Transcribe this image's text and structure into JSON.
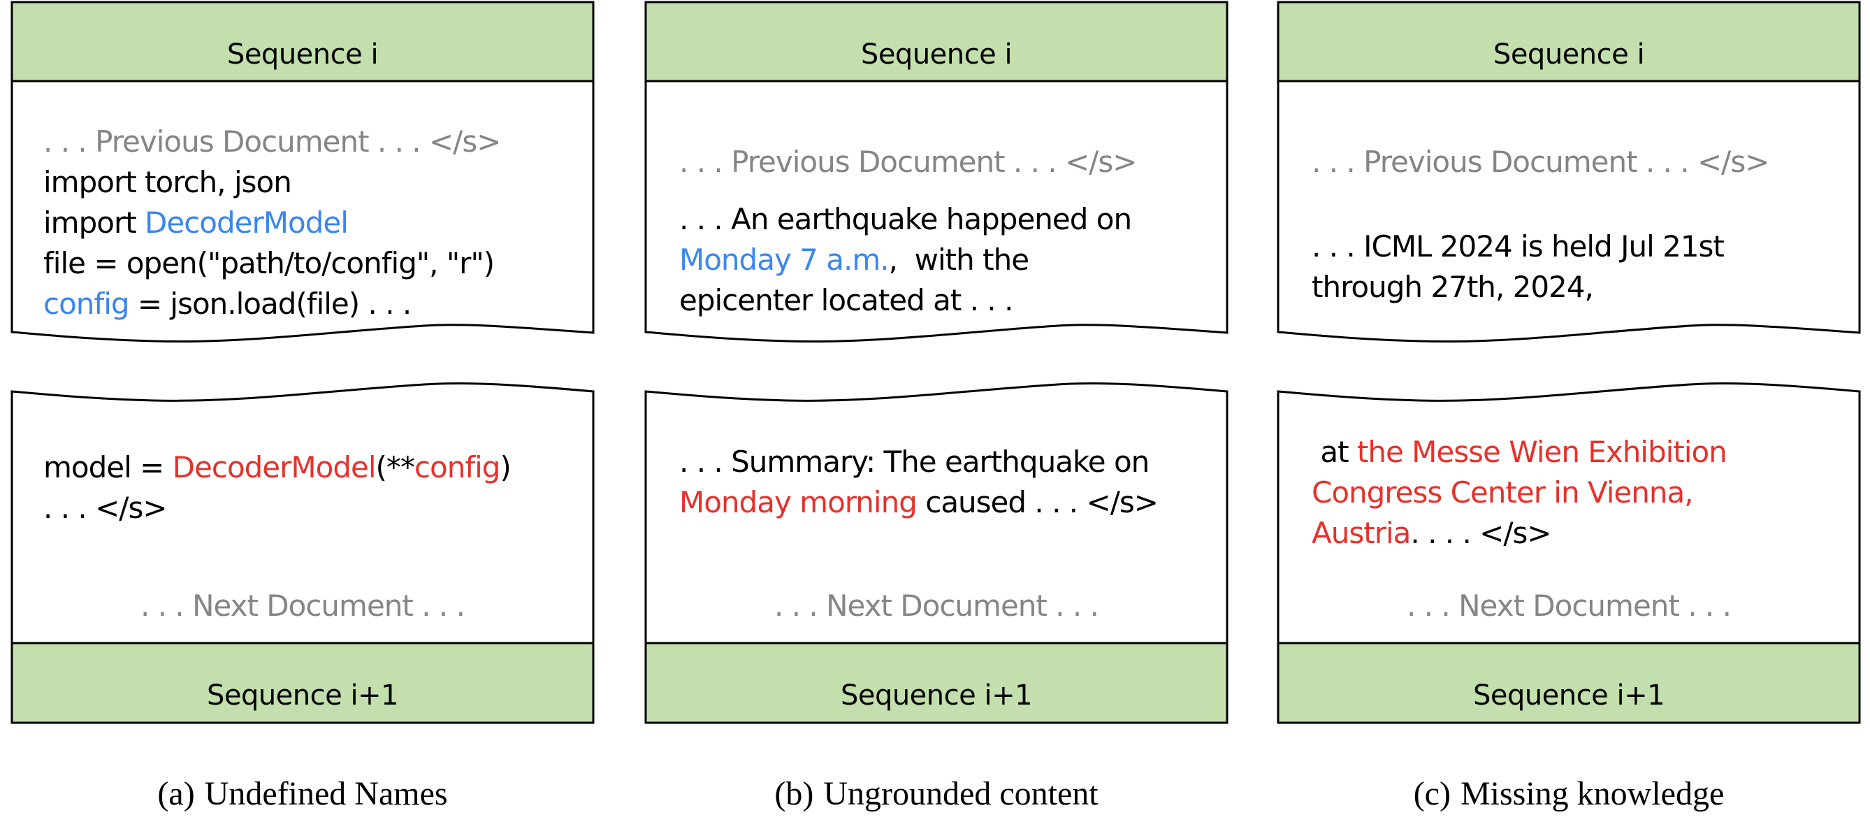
{
  "colors": {
    "header_fill": "#c3dfad",
    "border": "#000000",
    "context_gray": "#858585",
    "defined_blue": "#3a86f0",
    "missing_red": "#e8302a"
  },
  "panels": [
    {
      "id": "a",
      "header": "Sequence i",
      "footer": "Sequence i+1",
      "caption_tag": "(a)",
      "caption_text": "Undefined Names",
      "upper": {
        "previous": ". . . Previous Document . . . </s>",
        "lines": [
          [
            {
              "t": "import torch, json",
              "c": "blk"
            }
          ],
          [
            {
              "t": "import ",
              "c": "blk"
            },
            {
              "t": "DecoderModel",
              "c": "blue"
            }
          ],
          [
            {
              "t": "file = open(\"path/to/config\", \"r\")",
              "c": "blk"
            }
          ],
          [
            {
              "t": "config",
              "c": "blue"
            },
            {
              "t": " = json.load(file) . . .",
              "c": "blk"
            }
          ]
        ]
      },
      "lower": {
        "lines": [
          [
            {
              "t": "model = ",
              "c": "blk"
            },
            {
              "t": "DecoderModel",
              "c": "red"
            },
            {
              "t": "(**",
              "c": "blk"
            },
            {
              "t": "config",
              "c": "red"
            },
            {
              "t": ")",
              "c": "blk"
            }
          ],
          [
            {
              "t": ". . . </s>",
              "c": "blk"
            }
          ]
        ],
        "next": ". . . Next Document . . ."
      }
    },
    {
      "id": "b",
      "header": "Sequence i",
      "footer": "Sequence i+1",
      "caption_tag": "(b)",
      "caption_text": "Ungrounded content",
      "upper": {
        "previous": ". . . Previous Document . . . </s>",
        "lines": [
          [
            {
              "t": ". . . An earthquake happened on",
              "c": "blk"
            }
          ],
          [
            {
              "t": "Monday 7 a.m.",
              "c": "blue"
            },
            {
              "t": ",  with the",
              "c": "blk"
            }
          ],
          [
            {
              "t": "epicenter located at . . .",
              "c": "blk"
            }
          ]
        ]
      },
      "lower": {
        "lines": [
          [
            {
              "t": ". . . Summary: The earthquake on",
              "c": "blk"
            }
          ],
          [
            {
              "t": "Monday morning",
              "c": "red"
            },
            {
              "t": " caused . . . </s>",
              "c": "blk"
            }
          ]
        ],
        "next": ". . . Next Document . . ."
      }
    },
    {
      "id": "c",
      "header": "Sequence i",
      "footer": "Sequence i+1",
      "caption_tag": "(c)",
      "caption_text": "Missing knowledge",
      "upper": {
        "previous": ". . . Previous Document . . . </s>",
        "lines": [
          [
            {
              "t": ". . . ICML 2024 is held Jul 21st",
              "c": "blk"
            }
          ],
          [
            {
              "t": "through 27th, 2024,",
              "c": "blk"
            }
          ]
        ]
      },
      "lower": {
        "lines": [
          [
            {
              "t": " at ",
              "c": "blk"
            },
            {
              "t": "the Messe Wien Exhibition",
              "c": "red"
            }
          ],
          [
            {
              "t": "Congress Center in Vienna,",
              "c": "red"
            }
          ],
          [
            {
              "t": "Austria",
              "c": "red"
            },
            {
              "t": ". . . . </s>",
              "c": "blk"
            }
          ]
        ],
        "next": ". . . Next Document . . ."
      }
    }
  ]
}
